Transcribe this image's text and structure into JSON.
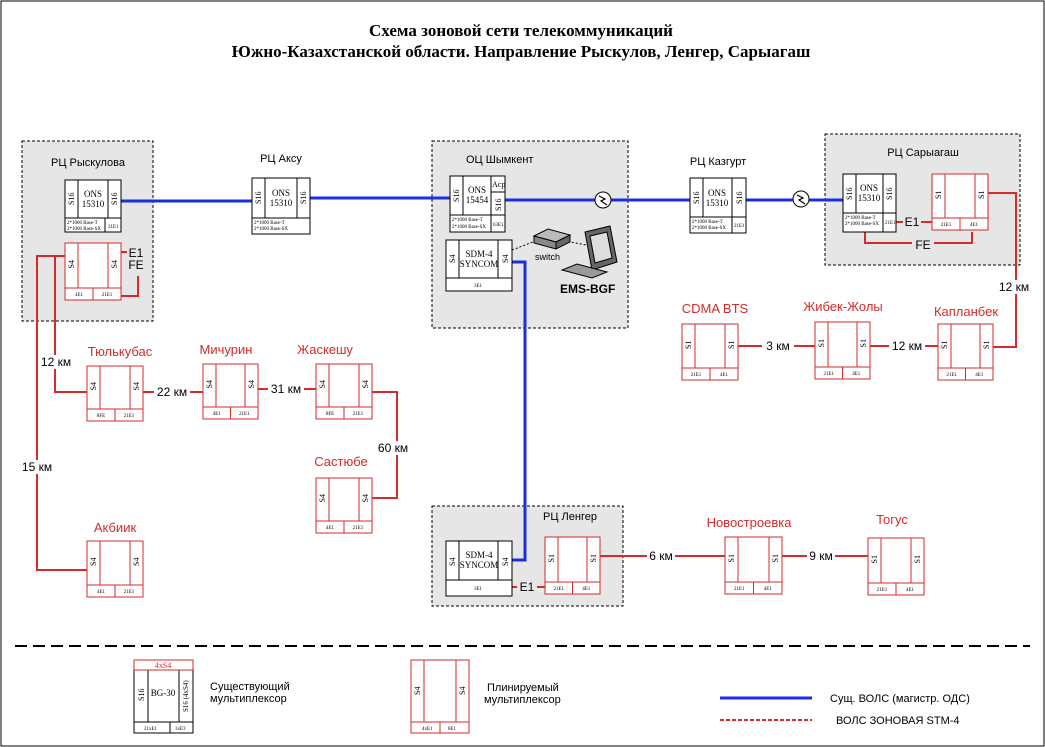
{
  "title": {
    "line1": "Схема зоновой сети телекоммуникаций",
    "line2": "Южно-Казахстанской области. Направление Рыскулов, Ленгер, Сарыагаш"
  },
  "zones": {
    "ryskulov": "РЦ Рыскулова",
    "shymkent": "ОЦ Шымкент",
    "saryagash": "РЦ Сарыагаш",
    "lenger": "РЦ Ленгер"
  },
  "nodes": {
    "aksu": "РЦ Аксу",
    "kazgurt": "РЦ Казгурт",
    "tyulkubas": "Тюлькубас",
    "michurin": "Мичурин",
    "zhaskeshu": "Жаскешу",
    "sastyube": "Састюбе",
    "akbiik": "Акбиик",
    "cdma": "CDMA BTS",
    "zhibek": "Жибек-Жолы",
    "kaplanbek": "Капланбек",
    "novostroevka": "Новостроевка",
    "togus": "Тогус"
  },
  "distances": {
    "ryskulov_tyulkubas": "12 км",
    "ryskulov_akbiik": "15 км",
    "tyulkubas_michurin": "22 км",
    "michurin_zhaskeshu": "31 км",
    "zhaskeshu_sastyube": "60 км",
    "saryagash_kaplanbek": "12 км",
    "cdma_zhibek": "3 км",
    "zhibek_kaplanbek": "12 км",
    "lenger_novostroevka": "6 км",
    "novostroevka_togus": "9 км"
  },
  "equipment": {
    "ons15310": [
      "ONS",
      "15310"
    ],
    "ons15454": [
      "ONS",
      "15454"
    ],
    "sdm4": [
      "SDM-4",
      "SYNCOM"
    ],
    "s16": "S16",
    "s4": "S4",
    "s1": "S1",
    "acp": "Acp",
    "e1": "E1",
    "fe": "FE",
    "e1fe": [
      "E1",
      "FE"
    ],
    "switch": "switch",
    "ems": "EMS-BGF",
    "port_a": "21E1",
    "port_b": "4E1",
    "port_c": "8FE",
    "port_d": "3Е1",
    "port_e": "63E1",
    "port_f": "8E1",
    "ons_port1": "2*1000 Base-T",
    "ons_port2": "2*1000 Base-SX",
    "legend_top": "4xS4",
    "legend_device": "BG-30",
    "legend_side": "S16 (4xS4)",
    "legend_port1": "21xE1",
    "legend_port2": "3xE3",
    "legend_port3": "4xE1",
    "legend_port4": "8E1"
  },
  "legend": {
    "existing_mux": [
      "Существующий",
      "мультиплексор"
    ],
    "planned_mux": [
      "Плинируемый",
      "мультиплексор"
    ],
    "blue_line": "Сущ. ВОЛС (магистр. ОДС)",
    "red_line": "ВОЛС ЗОНОВАЯ STM-4"
  },
  "colors": {
    "trunk": "#1c2ee0",
    "zonal": "#d42b2b",
    "zone_fill": "#e6e6e6"
  }
}
